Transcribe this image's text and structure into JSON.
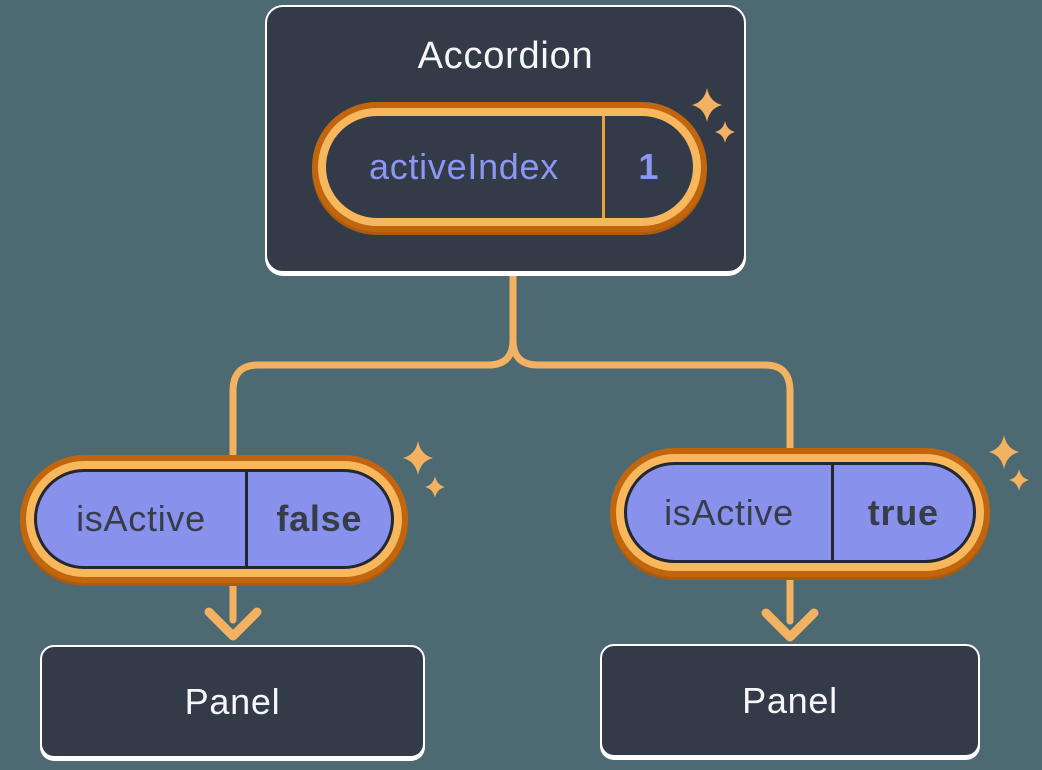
{
  "colors": {
    "background": "#4D6A72",
    "card_fill": "#343B48",
    "card_border": "#FFFFFF",
    "text_light": "#F6F7F9",
    "text_dark": "#363D49",
    "purple_fill": "#8891EC",
    "purple_text": "#8C97F3",
    "ring_outer": "#C1660F",
    "ring_outer_shadow": "#AD5A0C",
    "ring_inner": "#F6B75D",
    "connector": "#F3B261",
    "state_divider": "#E8A33D",
    "prop_divider": "#23272F"
  },
  "accordion": {
    "title": "Accordion",
    "state": {
      "name": "activeIndex",
      "value": "1"
    }
  },
  "children": [
    {
      "prop": {
        "name": "isActive",
        "value": "false"
      },
      "panel": "Panel"
    },
    {
      "prop": {
        "name": "isActive",
        "value": "true"
      },
      "panel": "Panel"
    }
  ],
  "icons": {
    "sparkle": "✦"
  }
}
